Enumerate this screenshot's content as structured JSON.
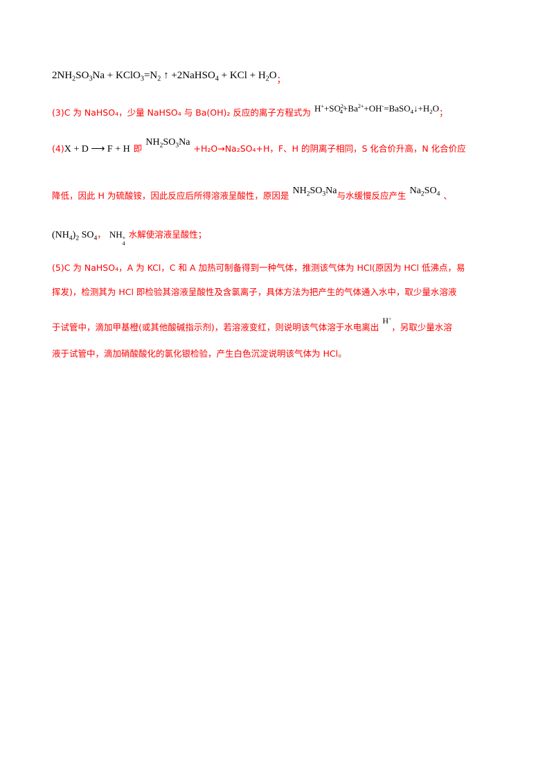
{
  "line1": {
    "lhs": "2NH",
    "sub1": "2",
    "mid1": "SO",
    "sub2": "3",
    "mid2": "Na + KClO",
    "sub3": "3",
    "mid3": "=N",
    "sub4": "2",
    "arrow": "↑",
    "mid4": "+2NaHSO",
    "sub5": "4",
    "mid5": "+ KCl + H",
    "sub6": "2",
    "mid6": "O",
    "end": "；"
  },
  "line2": {
    "text": "(3)C 为 NaHSO₄，少量 NaHSO₄ 与 Ba(OH)₂ 反应的离子方程式为",
    "eq_h": "H",
    "eq_h_sup": "+",
    "eq_so": "+SO",
    "eq_so_sup": "2-",
    "eq_so_sub": "4",
    "eq_ba": "+Ba",
    "eq_ba_sup": "2+",
    "eq_oh": "+OH",
    "eq_oh_sup": "-",
    "eq_rest": "=BaSO",
    "eq_rest_sub": "4",
    "eq_tail": "↓+H",
    "eq_tail_sub": "2",
    "eq_o": "O",
    "end": "；"
  },
  "line3": {
    "prefix": "(4)",
    "eq": "X + D ⟶ F + H",
    "ji": "即",
    "nh": "NH",
    "nh_sub": "2",
    "so": "SO",
    "so_sub": "3",
    "na": "Na",
    "rest": "+H₂O→Na₂SO₄+H，F、H 的阴离子相同，S 化合价升高，N 化合价应"
  },
  "line4": {
    "text": "降低，因此 H 为硫酸铵，因此反应后所得溶液呈酸性，原因是",
    "nh": "NH",
    "nh_sub": "2",
    "so": "SO",
    "so_sub": "3",
    "na": "Na",
    "mid": "与水缓慢反应产生",
    "na2": "Na",
    "na2_sub": "2",
    "so4": "SO",
    "so4_sub": "4",
    "end": "、"
  },
  "line5": {
    "paren": "(NH",
    "paren_sub": "4",
    "paren_close": ")",
    "paren_sub2": "2",
    "so": "SO",
    "so_sub": "4",
    "sep": "，",
    "nh4": "NH",
    "nh4_sup": "+",
    "nh4_sub": "4",
    "rest": "水解使溶液呈酸性；"
  },
  "para5": {
    "l1": "(5)C 为 NaHSO₄，A 为 KCl，C 和 A 加热可制备得到一种气体，推测该气体为 HCl(原因为 HCl 低沸点，易",
    "l2": "挥发)，检测其为 HCl 即检验其溶液呈酸性及含氯离子，具体方法为把产生的气体通入水中，取少量水溶液",
    "l3a": "于试管中，滴加甲基橙(或其他酸碱指示剂)，若溶液变红，则说明该气体溶于水电离出",
    "l3h": "H",
    "l3h_sup": "+",
    "l3b": "，另取少量水溶",
    "l4": "液于试管中，滴加硝酸酸化的氯化银检验，产生白色沉淀说明该气体为 HCl。"
  }
}
